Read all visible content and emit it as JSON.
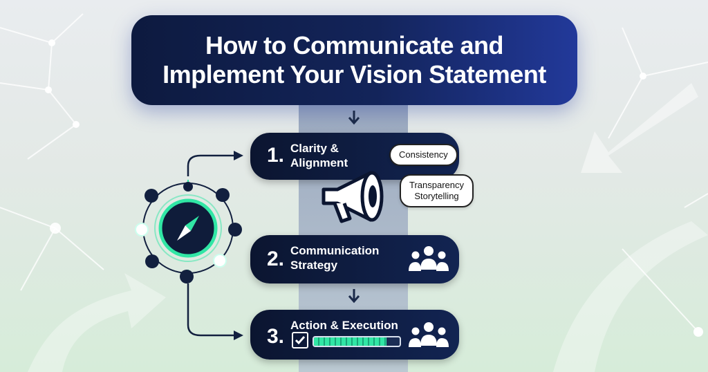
{
  "title": {
    "line1": "How to Communicate and",
    "line2": "Implement Your Vision Statement"
  },
  "steps": [
    {
      "number": "1.",
      "label_lines": [
        "Clarity &",
        "Alignment"
      ],
      "icon": "megaphone-icon"
    },
    {
      "number": "2.",
      "label_lines": [
        "Communication",
        "Strategy"
      ],
      "icon": "team-icon"
    },
    {
      "number": "3.",
      "label_lines": [
        "Action & Execution"
      ],
      "icon": "team-icon",
      "progress": 0.85,
      "checkbox_checked": true
    }
  ],
  "bubbles": {
    "first": [
      "Consistency"
    ],
    "second": [
      "Transparency",
      "Storytelling"
    ]
  },
  "colors": {
    "box_dark": "#0b1530",
    "title_gradient_end": "#22399a",
    "compass_glow": "#31e6a5",
    "node_dark": "#12203f"
  }
}
